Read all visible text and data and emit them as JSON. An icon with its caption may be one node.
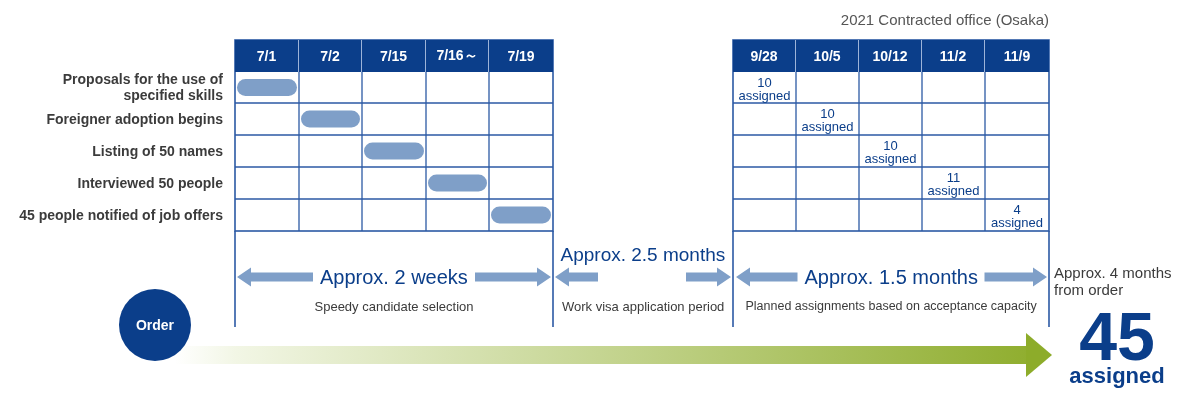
{
  "diagram": {
    "nodes": [
      {
        "text": [
          "Order"
        ]
      },
      {
        "text": [
          "Approx. 4 months from order",
          "45",
          "assigned"
        ]
      }
    ],
    "edges": [
      {
        "from": 0,
        "to": 1,
        "arrow": "to",
        "style": "thick"
      }
    ],
    "labels": [
      "2021 Contracted office (Osaka)",
      "7/1",
      "7/2",
      "7/15",
      "7/16～",
      "7/19",
      "9/28",
      "10/5",
      "10/12",
      "11/2",
      "11/9",
      "Proposals for the use of specified skills",
      "10 assigned",
      "Foreigner adoption begins",
      "10 assigned",
      "Listing of 50 names",
      "10 assigned",
      "Interviewed 50 people",
      "11 assigned",
      "45 people notified of job offers",
      "4 assigned",
      "Approx. 2.5 months",
      "Approx. 2 weeks",
      "Approx. 1.5 months",
      "Speedy candidate selection",
      "Work visa application period",
      "Planned assignments based on acceptance capacity"
    ]
  }
}
